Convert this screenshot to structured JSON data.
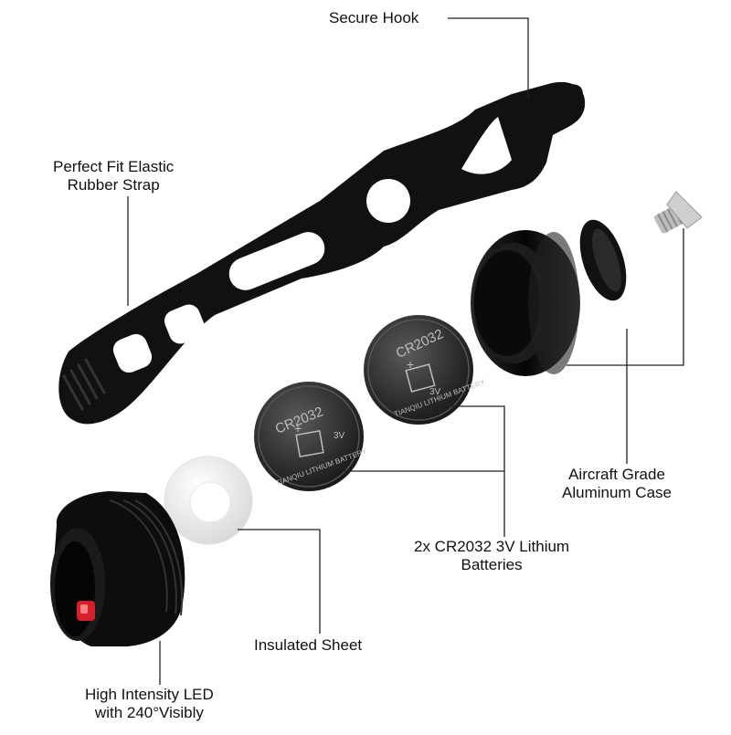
{
  "labels": {
    "secure_hook": "Secure Hook",
    "strap": [
      "Perfect Fit Elastic",
      "Rubber Strap"
    ],
    "case": [
      "Aircraft Grade",
      "Aluminum Case"
    ],
    "batteries": [
      "2x CR2032 3V Lithium",
      "Batteries"
    ],
    "insulated_sheet": "Insulated Sheet",
    "led": [
      "High Intensity LED",
      "with 240°Visibly"
    ]
  },
  "battery_markings": {
    "model": "CR2032",
    "plus": "+",
    "voltage": "3V",
    "brand": "TIANQIU LITHIUM BATTERY"
  },
  "colors": {
    "part_black": "#111111",
    "line": "#222222",
    "battery_silver": "#3a3a3a",
    "led_red": "#d4202a",
    "insulator": "#f2f2f2"
  }
}
